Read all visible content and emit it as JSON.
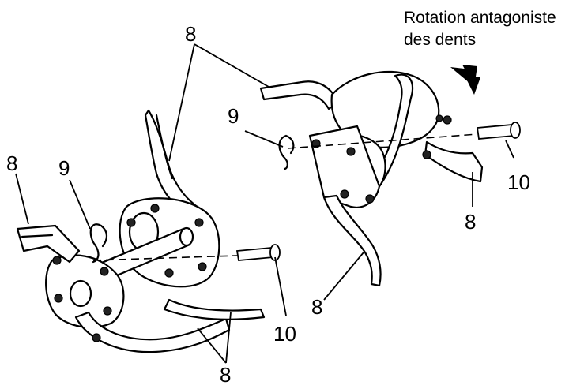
{
  "caption": {
    "line1": "Rotation antagoniste",
    "line2": "des dents"
  },
  "callouts": {
    "tine_top": "8",
    "tine_left": "8",
    "tine_bottom_left": "8",
    "tine_bottom_center": "8",
    "tine_right": "8",
    "clip_left": "9",
    "clip_right": "9",
    "pin_left": "10",
    "pin_right": "10"
  }
}
